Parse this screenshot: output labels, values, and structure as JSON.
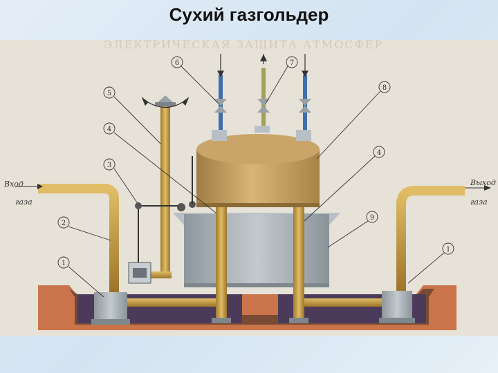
{
  "title": "Сухий газгольдер",
  "faded_text": "ЭЛЕКТРИЧЕСКАЯ ЗАЩИТА АТМОСФЕР",
  "inlet": {
    "line1": "Вход",
    "line2": "газа"
  },
  "outlet": {
    "line1": "Выход",
    "line2": "газа"
  },
  "markers": [
    "6",
    "7",
    "5",
    "8",
    "4",
    "3",
    "4",
    "2",
    "9",
    "1",
    "1"
  ],
  "colors": {
    "pipe": "#c9a24a",
    "tank_upper": "#c8a66a",
    "tank_lower": "#a9b1b6",
    "ground": "#c9744a",
    "pit": "#4b3a5a",
    "water_pipe": "#3e6fa8"
  }
}
